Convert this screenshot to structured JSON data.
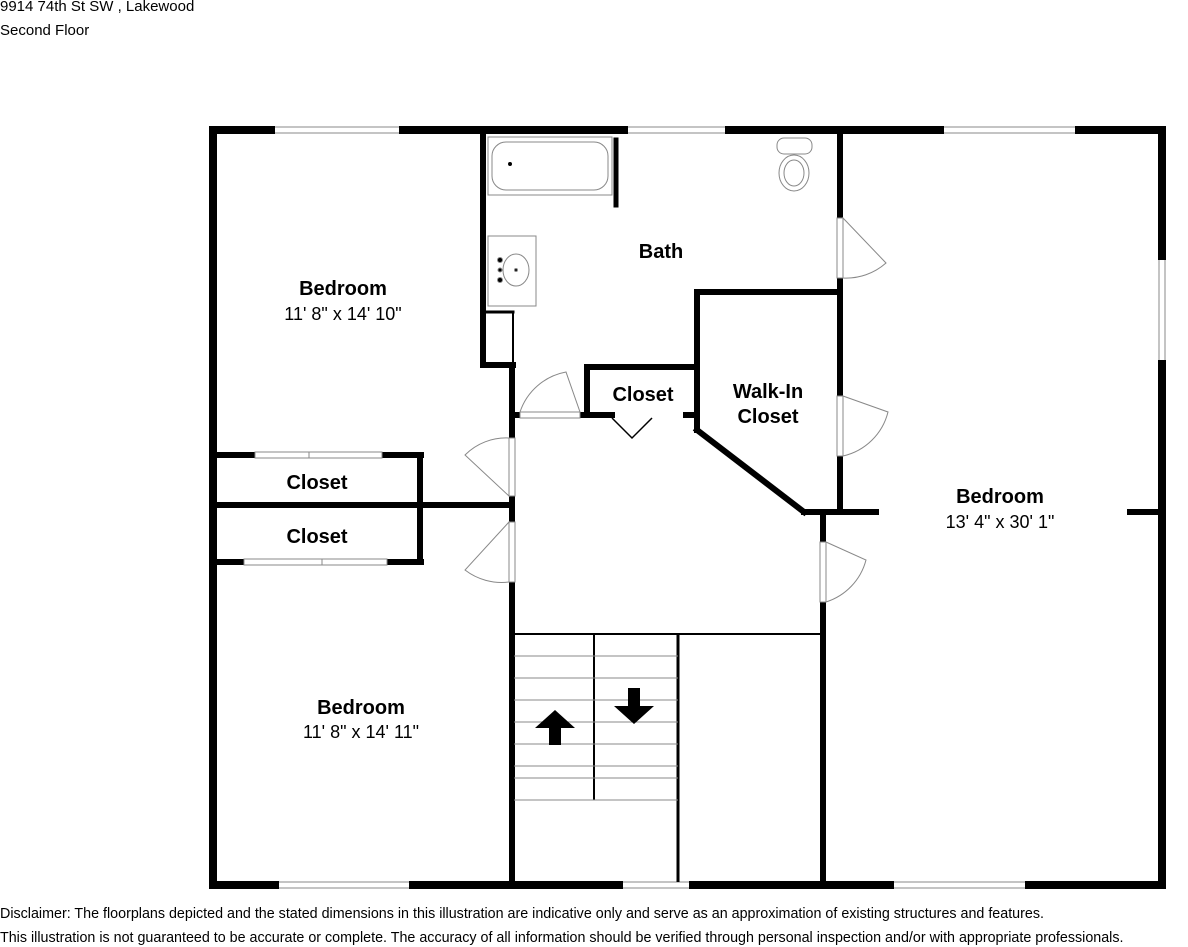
{
  "header": {
    "address": "9914 74th St SW , Lakewood",
    "floor": "Second Floor"
  },
  "rooms": {
    "bedroom_top_left": {
      "name": "Bedroom",
      "dimensions": "11' 8\" x 14' 10\""
    },
    "bath": {
      "name": "Bath"
    },
    "closet_center": {
      "name": "Closet"
    },
    "walk_in_closet": {
      "name_line1": "Walk-In",
      "name_line2": "Closet"
    },
    "closet_left_upper": {
      "name": "Closet"
    },
    "closet_left_lower": {
      "name": "Closet"
    },
    "bedroom_right": {
      "name": "Bedroom",
      "dimensions": "13' 4\" x 30' 1\""
    },
    "bedroom_bottom_left": {
      "name": "Bedroom",
      "dimensions": "11' 8\" x 14' 11\""
    }
  },
  "disclaimer": {
    "line1": "Disclaimer: The floorplans depicted and the stated dimensions in this illustration are indicative only and serve as an approximation of existing structures and features.",
    "line2": "This illustration is not guaranteed to be accurate or complete. The accuracy of all information should be verified through personal inspection and/or with appropriate professionals."
  },
  "colors": {
    "wall": "#000000",
    "window": "#ffffff",
    "fixture": "#888888",
    "background": "#ffffff"
  },
  "icons": {
    "stairs_up": "arrow-up-icon",
    "stairs_down": "arrow-down-icon"
  }
}
